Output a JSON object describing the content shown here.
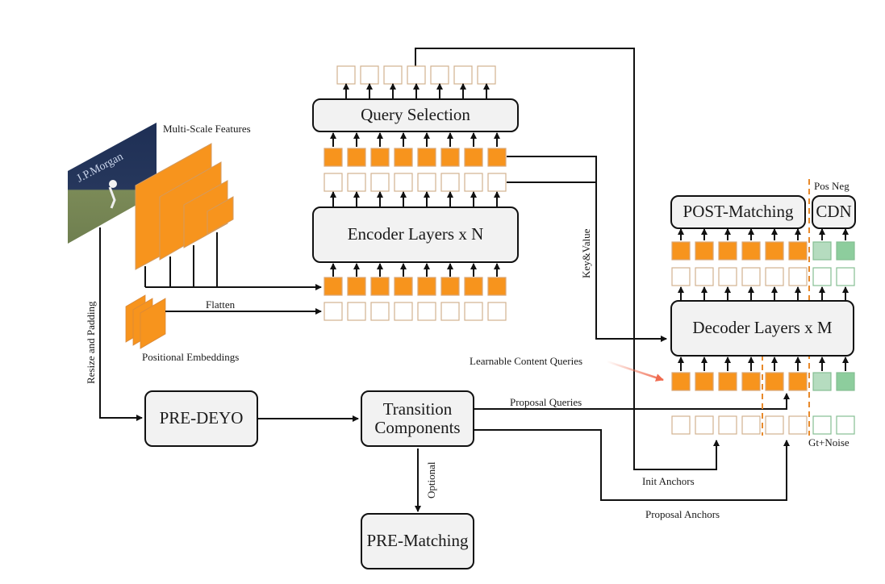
{
  "colors": {
    "feature_fill": "#f7941d",
    "feature_stroke": "#d9a777",
    "empty_stroke": "#d2b28f",
    "pos_fill": "#b5dcbf",
    "neg_fill": "#8dcd9d",
    "green_stroke": "#85bf92",
    "box_fill": "#f2f2f2",
    "divider": "#e8892a",
    "pointer_arrow": "#f06b4f"
  },
  "labels": {
    "multi_scale_features": "Multi-Scale Features",
    "positional_embeddings": "Positional Embeddings",
    "flatten": "Flatten",
    "resize_and_padding": "Resize and Padding",
    "key_value": "Key&Value",
    "learnable_content_queries": "Learnable Content Queries",
    "proposal_queries": "Proposal Queries",
    "init_anchors": "Init Anchors",
    "proposal_anchors": "Proposal Anchors",
    "optional": "Optional",
    "gt_noise": "Gt+Noise",
    "pos_neg": "Pos Neg",
    "photo_caption": "J.P.Morgan"
  },
  "blocks": {
    "query_selection": "Query Selection",
    "encoder": "Encoder Layers x N",
    "decoder": "Decoder Layers x M",
    "post_matching": "POST-Matching",
    "cdn": "CDN",
    "pre_deyo": "PRE-DEYO",
    "transition_line1": "Transition",
    "transition_line2": "Components",
    "pre_matching": "PRE-Matching"
  },
  "token_rows": {
    "query_selection_output": {
      "count": 7,
      "kind": "empty"
    },
    "encoder_output_features": {
      "count": 8,
      "kind": "filled"
    },
    "encoder_output_positional": {
      "count": 8,
      "kind": "empty"
    },
    "encoder_input_features": {
      "count": 8,
      "kind": "filled"
    },
    "encoder_input_positional": {
      "count": 8,
      "kind": "empty"
    },
    "decoder_output_queries": {
      "matching": 6,
      "cdn": [
        "pos",
        "neg"
      ]
    },
    "decoder_output_anchors": {
      "matching": 6,
      "cdn": 2
    },
    "decoder_input_queries": {
      "matching": 6,
      "cdn": [
        "pos",
        "neg"
      ]
    },
    "decoder_input_anchors": {
      "matching": 6,
      "cdn": 2
    }
  },
  "feature_pyramid_levels": 4,
  "positional_embedding_layers": 3
}
